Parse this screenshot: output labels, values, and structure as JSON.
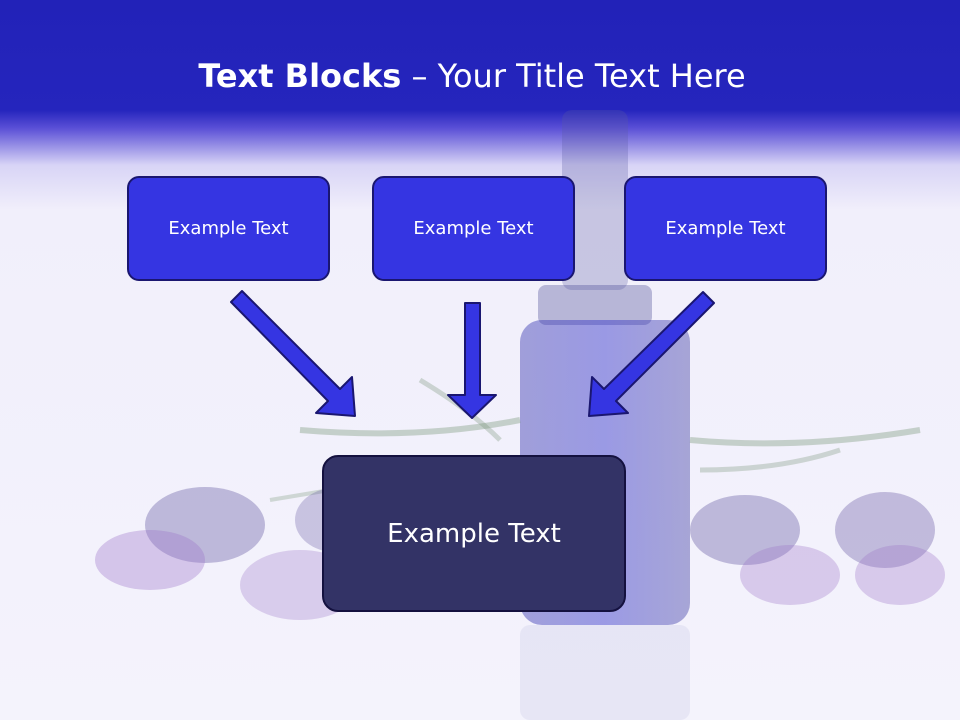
{
  "slide": {
    "title_bold": "Text Blocks",
    "title_rest": " – Your Title Text Here"
  },
  "blocks": [
    {
      "label": "Example Text"
    },
    {
      "label": "Example Text"
    },
    {
      "label": "Example Text"
    }
  ],
  "main_block": {
    "label": "Example Text"
  },
  "colors": {
    "header": "#2222b8",
    "block": "#3535e2",
    "main_block": "#333366",
    "arrow": "#3535e2"
  }
}
